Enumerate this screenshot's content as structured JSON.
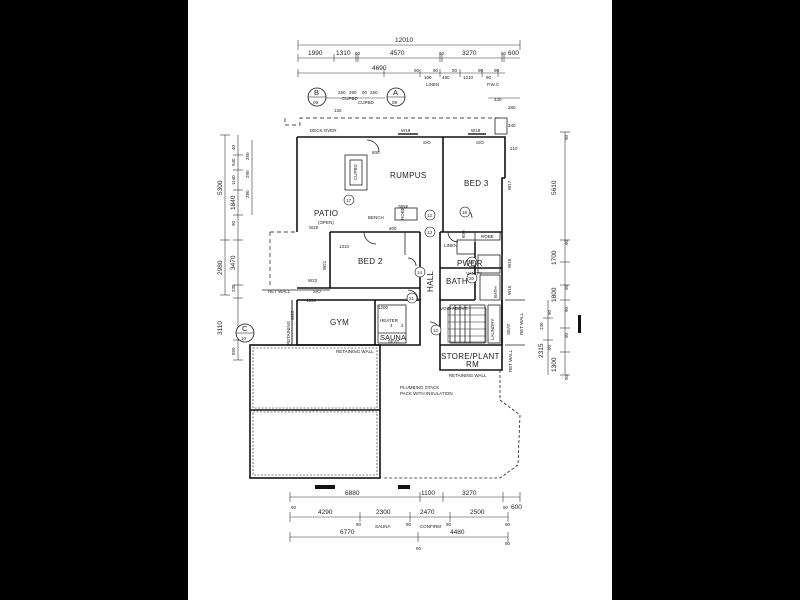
{
  "dims_top": {
    "overall": "12010",
    "row1": [
      "1990",
      "1310",
      "90",
      "4570",
      "90",
      "3270",
      "90",
      "600"
    ],
    "row2_main": "4690",
    "row2_small": [
      "90",
      "100",
      "90",
      "480",
      "90",
      "1210",
      "90",
      "90",
      "90"
    ],
    "row3": [
      "260",
      "290",
      "90",
      "260",
      "130"
    ],
    "row3_right": [
      "430",
      "280",
      "340",
      "210"
    ],
    "row3_small": [
      "LINEN",
      "P.W.C",
      "CUPBD",
      "CUPBD"
    ]
  },
  "dims_left": [
    "5300",
    "2980",
    "3110",
    "3470",
    "1840",
    "1140",
    "940",
    "260",
    "290",
    "40",
    "90",
    "280",
    "230",
    "850"
  ],
  "dims_right": [
    "5610",
    "1700",
    "1800",
    "2315",
    "1300",
    "130",
    "90",
    "90",
    "90",
    "90",
    "90",
    "90",
    "90",
    "90"
  ],
  "dims_bottom": {
    "row1": [
      "90",
      "6880",
      "1100",
      "3270",
      "90",
      "600"
    ],
    "row2": [
      "4290",
      "90",
      "2300",
      "90",
      "2470",
      "90",
      "2500",
      "90"
    ],
    "row2_labels": [
      "SAUNA",
      "CONFIRM"
    ],
    "row3": [
      "6770",
      "90",
      "4480",
      "90"
    ]
  },
  "section_markers": [
    {
      "letter": "B",
      "sheet": "09"
    },
    {
      "letter": "A",
      "sheet": "08"
    },
    {
      "letter": "C",
      "sheet": "10"
    }
  ],
  "rooms": {
    "rumpus": "RUMPUS",
    "bed3": "BED 3",
    "patio": "PATIO",
    "patio_sub": "(OPEN)",
    "bed2": "BED 2",
    "hall": "HALL",
    "pwdr": "PWDR",
    "bath": "BATH",
    "gym": "GYM",
    "sauna": "SAUNA",
    "store": "STORE/PLANT",
    "store2": "RM"
  },
  "labels": {
    "deck_over": "DECK OVER",
    "w19": "W19",
    "w18": "W18",
    "w17": "W17",
    "w16": "W16",
    "w15": "W15",
    "w20": "W20",
    "w21": "W21",
    "w22": "W22",
    "w23": "W23",
    "robe": "ROBE",
    "linen": "LINEN",
    "vanity": "VANITY",
    "bench": "BENCH",
    "sink": "SINK",
    "ret_wall1": "RET WALL",
    "ret_wall2": "RET WALL",
    "ret_wall3": "RET WALL",
    "retaining_wall": "RETAINING WALL",
    "retaining_wall2": "RETAINING WALL",
    "retaining_left": "RETAINING",
    "heater": "HEATER",
    "seat": "SEAT",
    "void_above": "VOID ABOVE",
    "plumbing1": "PLUMBING STACK",
    "plumbing2": "PACK WITH INSULATION",
    "so": "S/O",
    "bath_lbl": "BATH",
    "l600": "600",
    "l1990": "1990",
    "l1310": "1310",
    "l600b": "600",
    "l600c": "600",
    "l1200": "1200",
    "lundr": "LAUNDRY",
    "seat2": "SEAT",
    "cupbd": "CUPBD",
    "n2": "2",
    "n4": "4"
  },
  "tags": [
    "17",
    "12",
    "13",
    "14",
    "16",
    "19",
    "20",
    "21",
    "12"
  ]
}
